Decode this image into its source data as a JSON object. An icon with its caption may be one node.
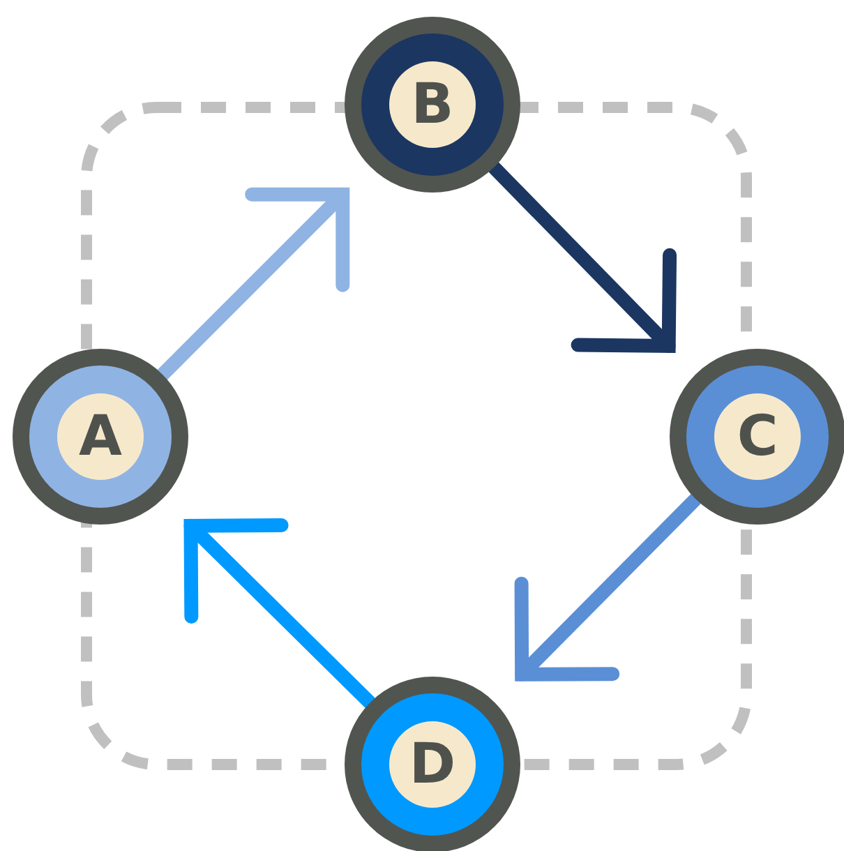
{
  "diagram": {
    "nodes": [
      {
        "text": [
          "A"
        ]
      },
      {
        "text": [
          "B"
        ]
      },
      {
        "text": [
          "C"
        ]
      },
      {
        "text": [
          "D"
        ]
      }
    ],
    "edges": [
      {
        "from": 0,
        "to": 1,
        "arrow": "to",
        "color": "#8fb4e3"
      },
      {
        "from": 1,
        "to": 2,
        "arrow": "to",
        "color": "#1b3661"
      },
      {
        "from": 2,
        "to": 3,
        "arrow": "to",
        "color": "#5a8fd6"
      },
      {
        "from": 3,
        "to": 0,
        "arrow": "to",
        "color": "#0099ff"
      }
    ]
  }
}
